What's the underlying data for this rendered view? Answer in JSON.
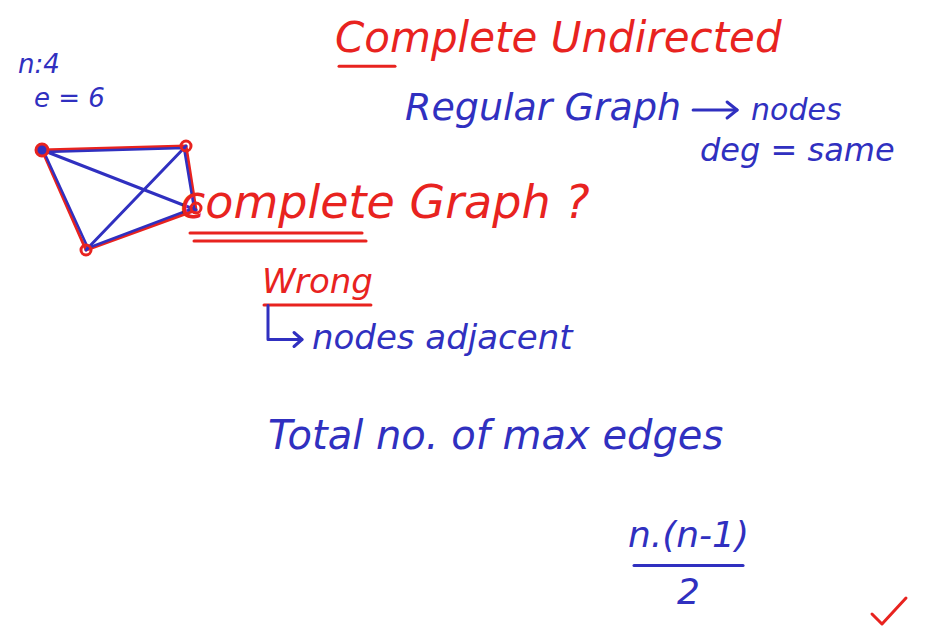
{
  "diagram": {
    "title": "Complete Undirected",
    "labels": [
      "n:4",
      "e = 6",
      "Regular Graph",
      "nodes",
      "deg = same",
      "complete Graph ?",
      "Wrong",
      "nodes adjacent",
      "Total no. of max edges",
      "n.(n-1)",
      "2"
    ]
  }
}
